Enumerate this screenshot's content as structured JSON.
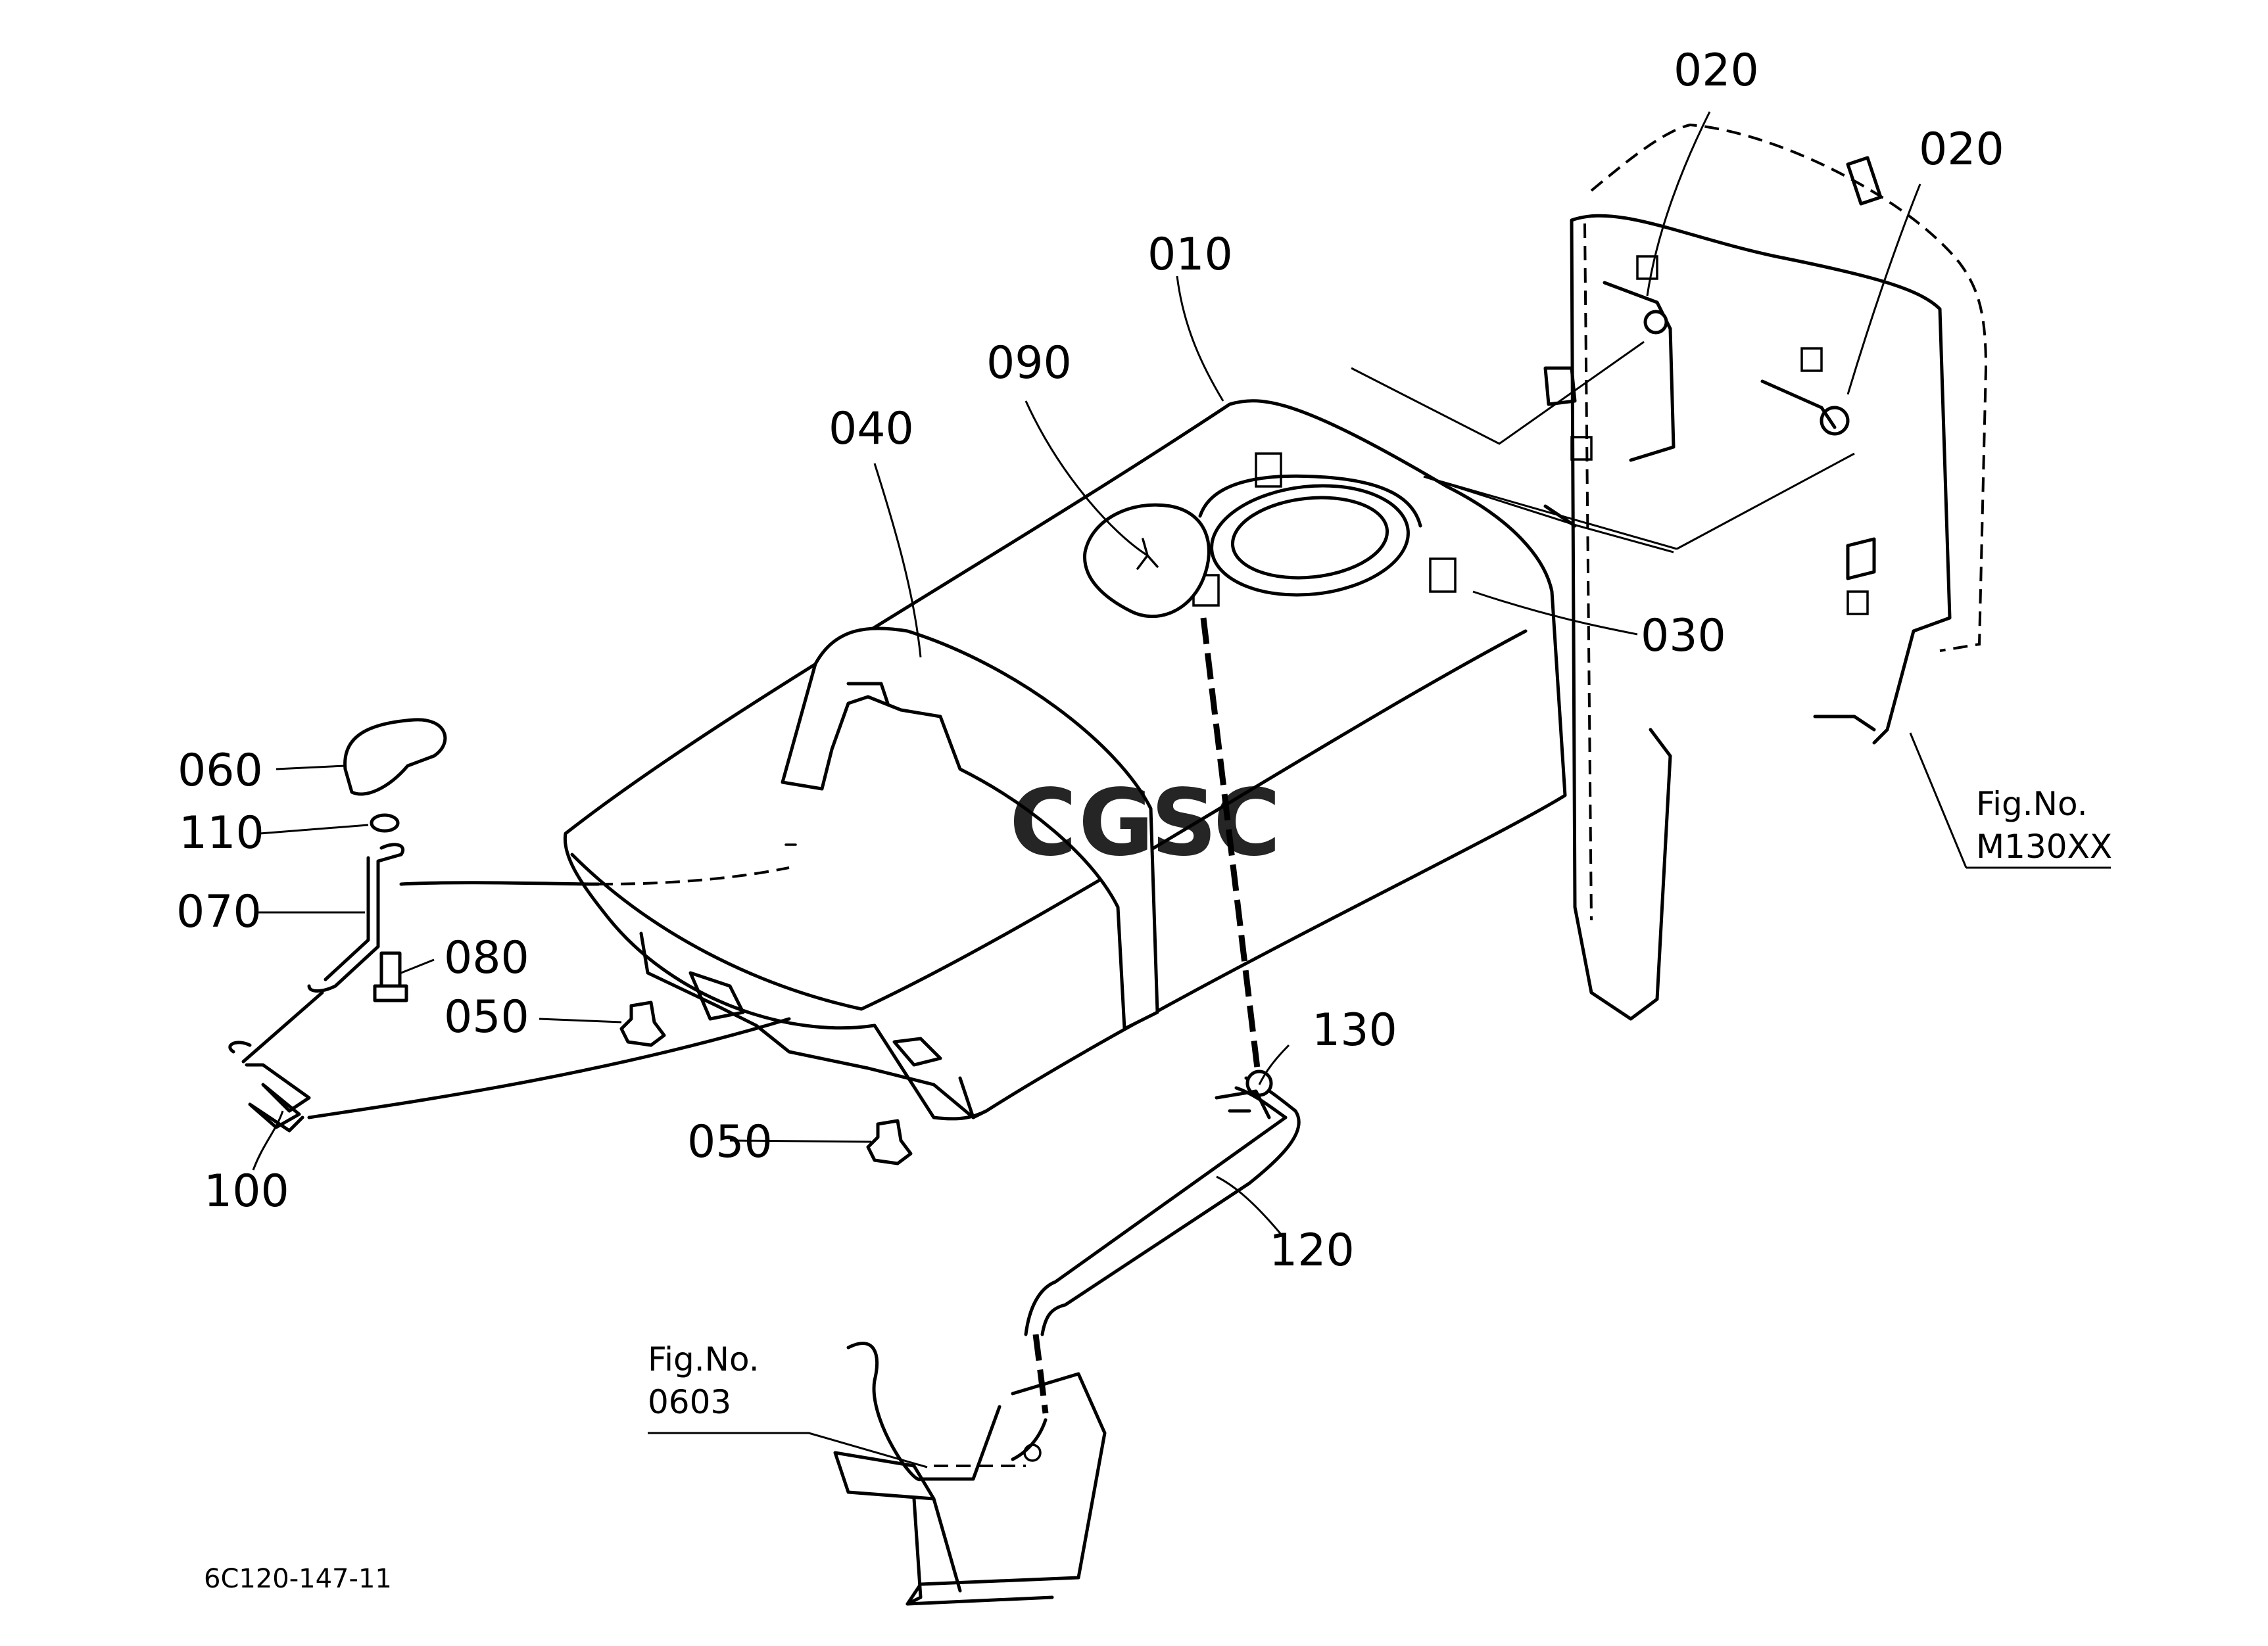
{
  "diagram_code": "6C120-147-11",
  "watermark": {
    "text": "CGSC",
    "letters": [
      {
        "char": "C",
        "color": "#4a86e8"
      },
      {
        "char": "G",
        "color": "#e06666"
      },
      {
        "char": "S",
        "color": "#f1c232"
      },
      {
        "char": "C",
        "color": "#6aa84f"
      }
    ]
  },
  "part_labels": [
    {
      "id": "010",
      "text": "010"
    },
    {
      "id": "020a",
      "text": "020"
    },
    {
      "id": "020b",
      "text": "020"
    },
    {
      "id": "030",
      "text": "030"
    },
    {
      "id": "040",
      "text": "040"
    },
    {
      "id": "050a",
      "text": "050"
    },
    {
      "id": "050b",
      "text": "050"
    },
    {
      "id": "060",
      "text": "060"
    },
    {
      "id": "070",
      "text": "070"
    },
    {
      "id": "080",
      "text": "080"
    },
    {
      "id": "090",
      "text": "090"
    },
    {
      "id": "100",
      "text": "100"
    },
    {
      "id": "110",
      "text": "110"
    },
    {
      "id": "120",
      "text": "120"
    },
    {
      "id": "130",
      "text": "130"
    }
  ],
  "figure_refs": [
    {
      "line1": "Fig.No.",
      "line2": "M130XX"
    },
    {
      "line1": "Fig.No.",
      "line2": "0603"
    }
  ],
  "icons": [
    "seat-pan-icon",
    "lever-knob-icon",
    "spring-icon",
    "fender-panel-icon",
    "bracket-icon"
  ]
}
